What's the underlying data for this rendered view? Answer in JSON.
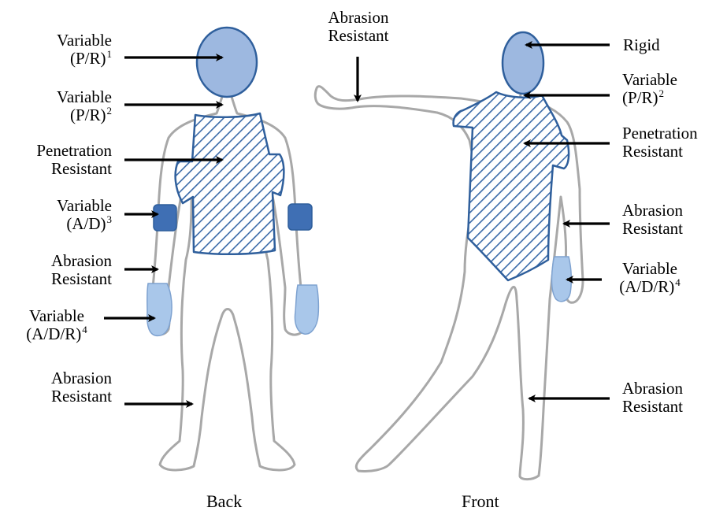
{
  "views": {
    "back": {
      "caption": "Back"
    },
    "front": {
      "caption": "Front"
    }
  },
  "labels": {
    "back_head": {
      "line1": "Variable",
      "line2": "(P/R)",
      "sup": "1"
    },
    "back_neck": {
      "line1": "Variable",
      "line2": "(P/R)",
      "sup": "2"
    },
    "back_torso": {
      "line1": "Penetration",
      "line2": "Resistant"
    },
    "back_armband": {
      "line1": "Variable",
      "line2": "(A/D)",
      "sup": "3"
    },
    "back_forearm": {
      "line1": "Abrasion",
      "line2": "Resistant"
    },
    "back_hand": {
      "line1": "Variable",
      "line2": "(A/D/R)",
      "sup": "4"
    },
    "back_leg": {
      "line1": "Abrasion",
      "line2": "Resistant"
    },
    "front_arm": {
      "line1": "Abrasion",
      "line2": "Resistant"
    },
    "front_head": {
      "line1": "Rigid"
    },
    "front_neck": {
      "line1": "Variable",
      "line2": "(P/R)",
      "sup": "2"
    },
    "front_torso": {
      "line1": "Penetration",
      "line2": "Resistant"
    },
    "front_side_arm": {
      "line1": "Abrasion",
      "line2": "Resistant"
    },
    "front_hand": {
      "line1": "Variable",
      "line2": "(A/D/R)",
      "sup": "4"
    },
    "front_leg": {
      "line1": "Abrasion",
      "line2": "Resistant"
    }
  },
  "colors": {
    "outline": "#a8a8a8",
    "head_fill": "#9db8e0",
    "head_stroke": "#2f5f9c",
    "torso_hatch": "#3a6aa8",
    "torso_stroke": "#2f5f9c",
    "armband_fill": "#3f6fb4",
    "glove_fill": "#a9c7ea",
    "arrow": "#000000"
  }
}
